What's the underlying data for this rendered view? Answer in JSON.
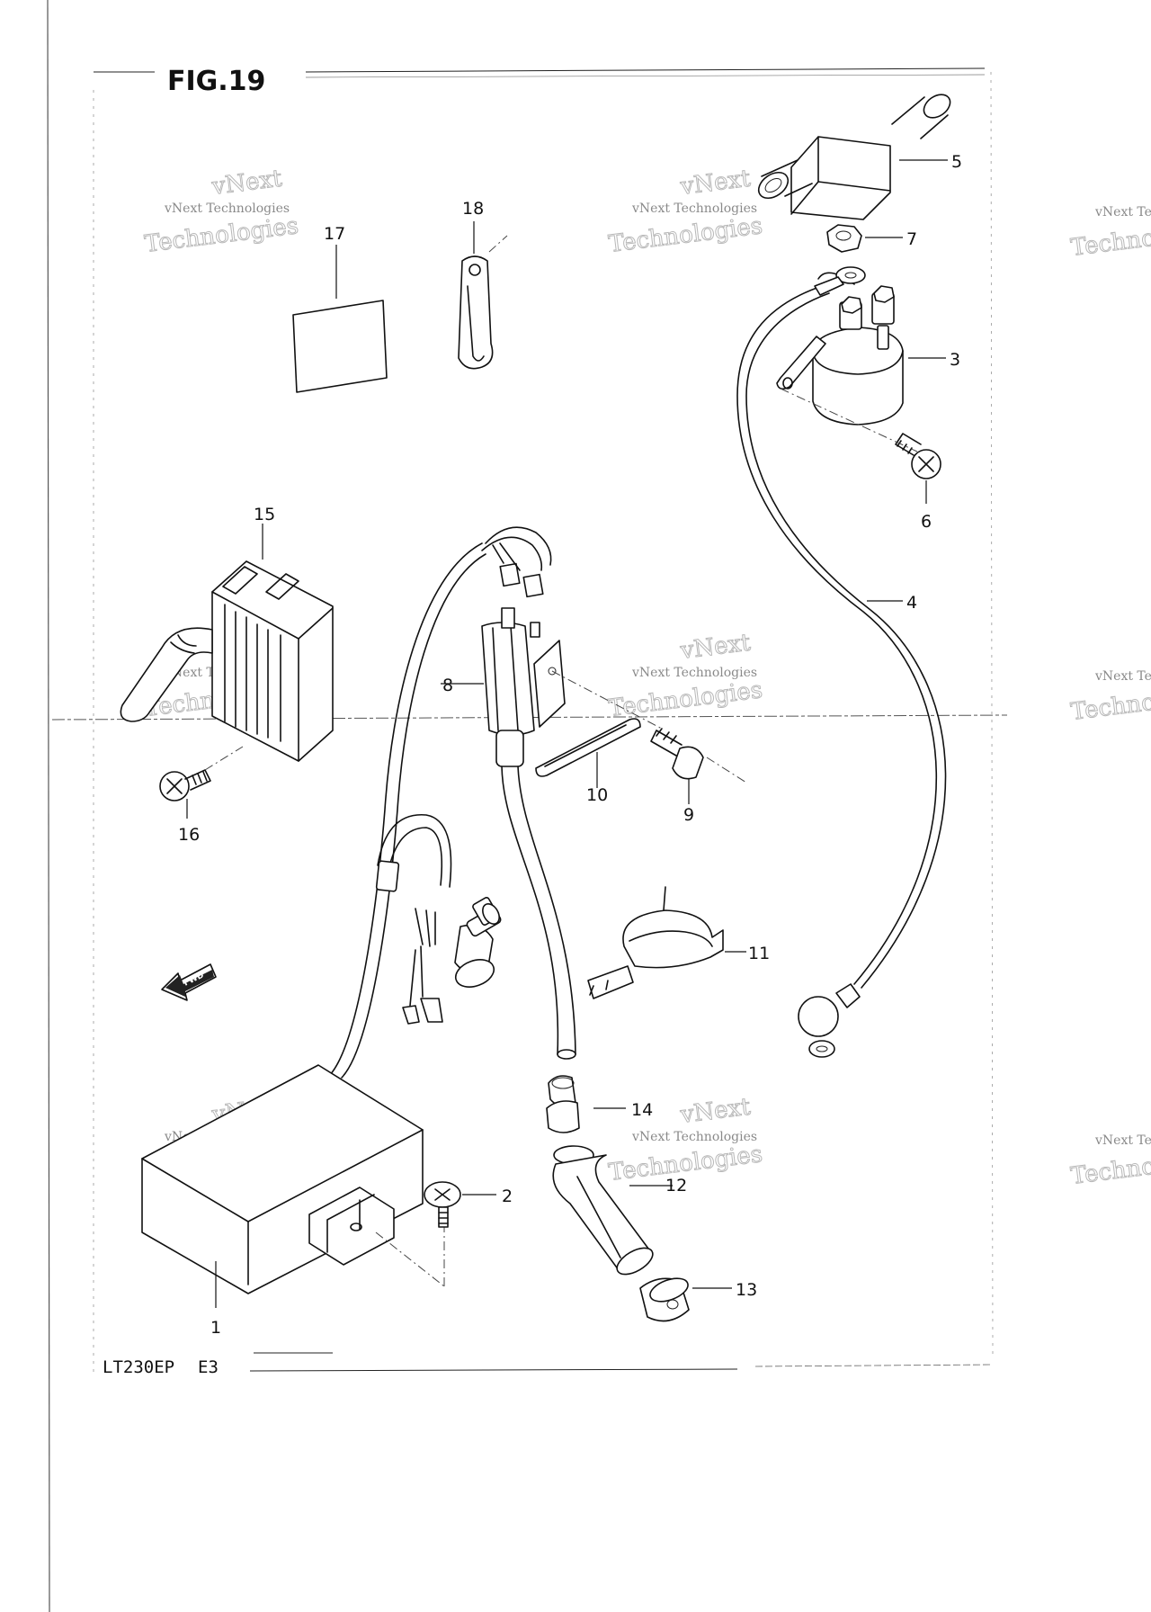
{
  "figure": {
    "title": "FIG.19"
  },
  "footer": {
    "model": "LT230EP",
    "region": "E3"
  },
  "fwd_label": "FWD",
  "watermark": {
    "small": "vNext Technologies",
    "big": "Technologies",
    "top": "vNext"
  },
  "callouts": [
    {
      "id": "c1",
      "text": "1"
    },
    {
      "id": "c2",
      "text": "2"
    },
    {
      "id": "c3",
      "text": "3"
    },
    {
      "id": "c4",
      "text": "4"
    },
    {
      "id": "c5",
      "text": "5"
    },
    {
      "id": "c6",
      "text": "6"
    },
    {
      "id": "c7",
      "text": "7"
    },
    {
      "id": "c8",
      "text": "8"
    },
    {
      "id": "c9",
      "text": "9"
    },
    {
      "id": "c10",
      "text": "10"
    },
    {
      "id": "c11",
      "text": "11"
    },
    {
      "id": "c12",
      "text": "12"
    },
    {
      "id": "c13",
      "text": "13"
    },
    {
      "id": "c14",
      "text": "14"
    },
    {
      "id": "c15",
      "text": "15"
    },
    {
      "id": "c16",
      "text": "16"
    },
    {
      "id": "c17",
      "text": "17"
    },
    {
      "id": "c18",
      "text": "18"
    }
  ],
  "colors": {
    "ink": "#111111",
    "watermark": "#8a8a8a",
    "paper": "#ffffff"
  }
}
